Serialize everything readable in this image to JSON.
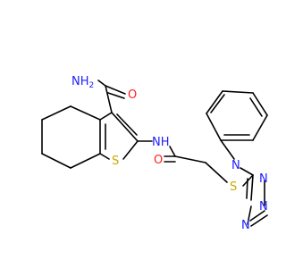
{
  "molecule": {
    "colors": {
      "bond": "#000000",
      "carbon": "#000000",
      "nitrogen": "#2020ff",
      "oxygen": "#ff2020",
      "sulfur": "#c8a800"
    },
    "labels": {
      "nh2": "NH",
      "nh2_sub": "2",
      "o_amide": "O",
      "s_ring": "S",
      "nh": "NH",
      "o_carbonyl": "O",
      "s_thio": "S",
      "n_tz1": "N",
      "n_tz2": "N",
      "n_tz3": "N",
      "n_tz4": "N"
    }
  }
}
